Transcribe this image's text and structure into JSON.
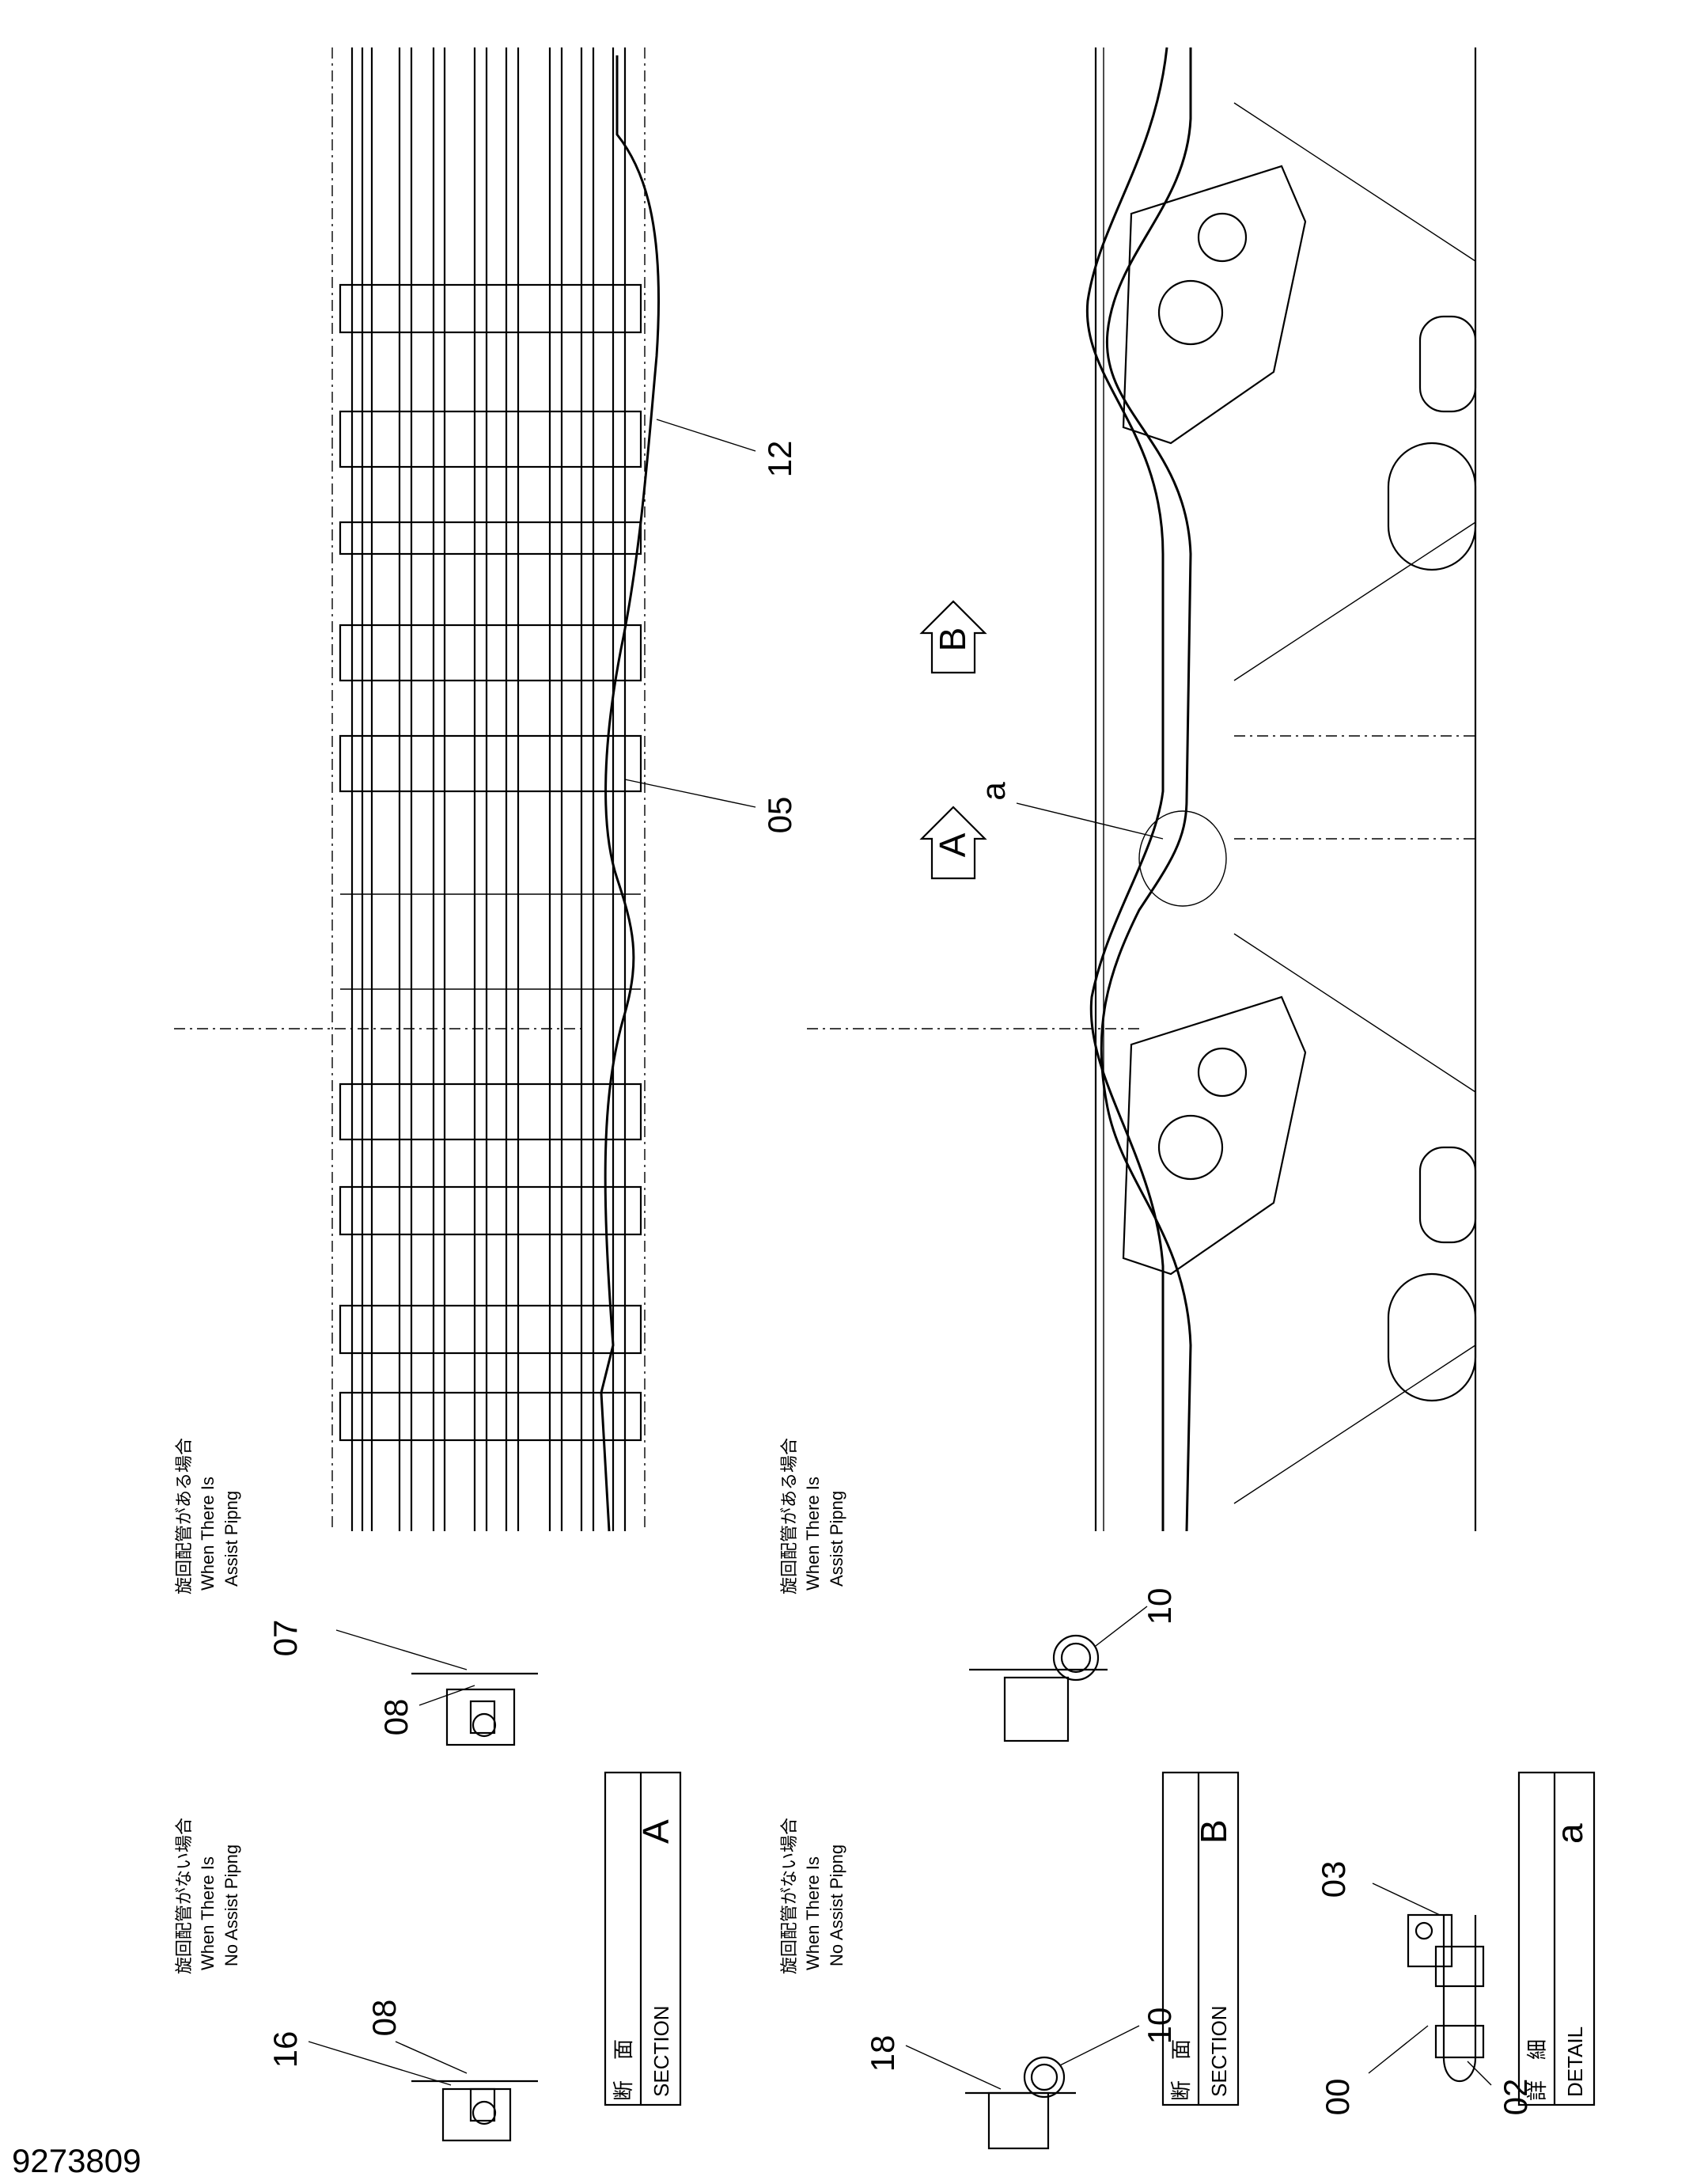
{
  "drawing_number": "9273809",
  "callouts": {
    "top_12": "12",
    "top_05": "05",
    "section_a_07": "07",
    "section_a_08_with": "08",
    "section_a_16": "16",
    "section_a_08_no": "08",
    "section_b_10_with": "10",
    "section_b_18": "18",
    "section_b_10_no": "10",
    "detail_03": "03",
    "detail_00": "00",
    "detail_02": "02",
    "detail_marker_a": "a"
  },
  "view_arrows": {
    "a": "A",
    "b": "B"
  },
  "section_a": {
    "kanji": "断　面",
    "label": "SECTION",
    "letter": "A",
    "with_assist": {
      "jp": "旋回配管がある場合",
      "en1": "When There Is",
      "en2": "Assist Pipng"
    },
    "no_assist": {
      "jp": "旋回配管がない場合",
      "en1": "When There Is",
      "en2": "No Assist Pipng"
    }
  },
  "section_b": {
    "kanji": "断　面",
    "label": "SECTION",
    "letter": "B",
    "with_assist": {
      "jp": "旋回配管がある場合",
      "en1": "When There Is",
      "en2": "Assist Pipng"
    },
    "no_assist": {
      "jp": "旋回配管がない場合",
      "en1": "When There Is",
      "en2": "No Assist Pipng"
    }
  },
  "detail_a": {
    "kanji": "詳　細",
    "label": "DETAIL",
    "letter": "a"
  }
}
